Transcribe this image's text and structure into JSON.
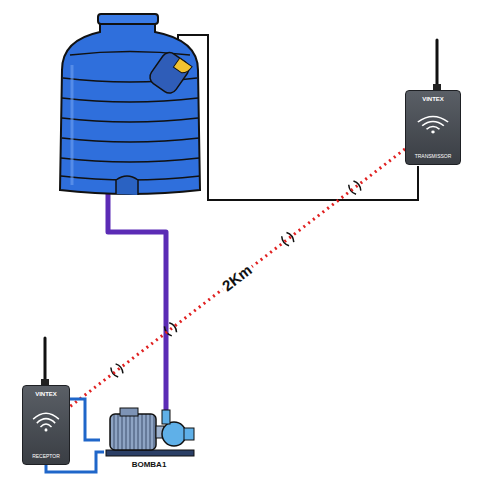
{
  "diagram": {
    "nodes": [
      {
        "text": [
          "VINTEX",
          "TRANSMISSOR"
        ]
      },
      {
        "text": [
          "VINTEX",
          "RECEPTOR"
        ]
      },
      {
        "text": [
          "BOMBA1"
        ]
      }
    ],
    "edges": [
      {
        "from": 0,
        "to": 1,
        "arrow": "none",
        "label": "2Km"
      },
      {
        "from": 1,
        "to": 2,
        "arrow": "none"
      }
    ]
  }
}
